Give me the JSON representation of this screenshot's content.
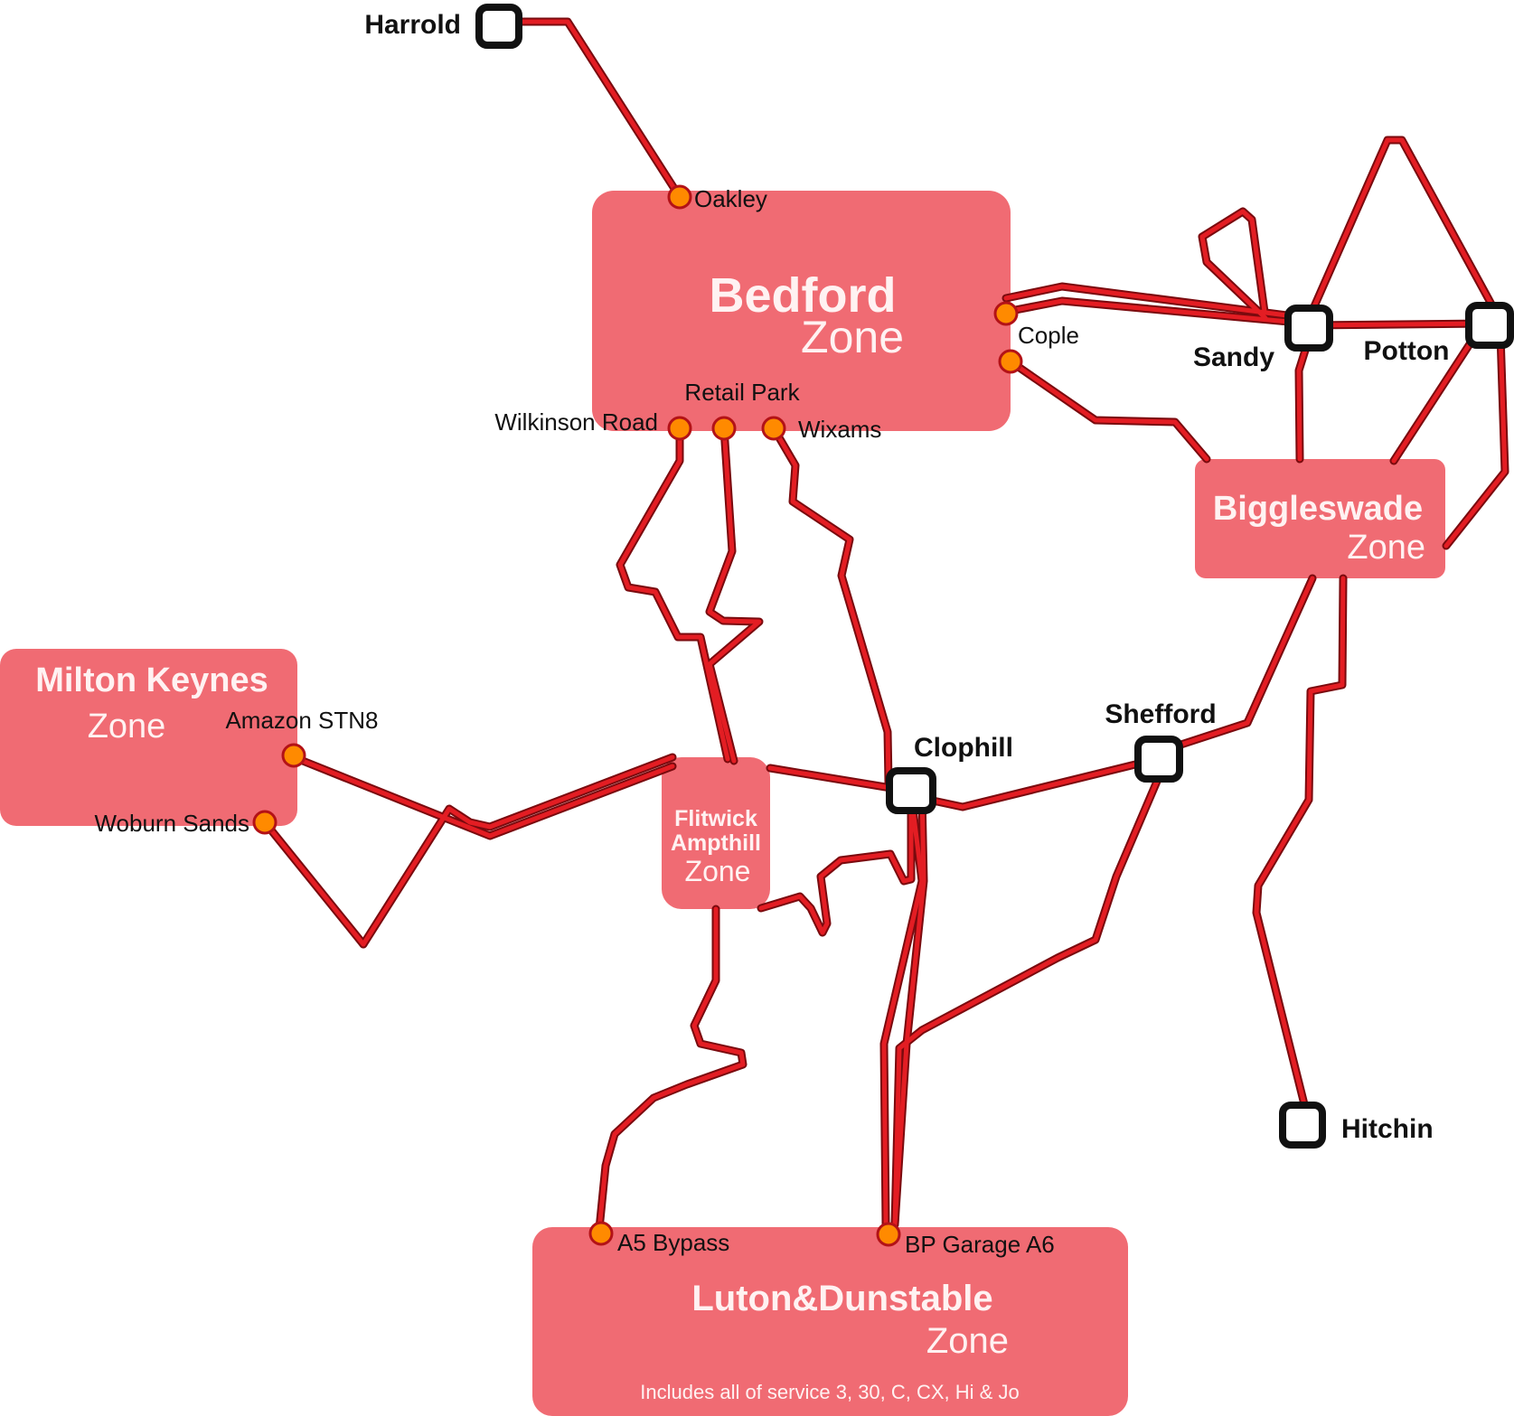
{
  "colors": {
    "route": "#e31d23",
    "route_outline": "#7a0a0e",
    "zone_fill": "#f06b73",
    "zone_text": "#fff2f2",
    "stop_fill": "#ff8a00",
    "stop_outline": "#b31217",
    "station_stroke": "#111111"
  },
  "zones": {
    "bedford": {
      "name": "Bedford",
      "sub": "Zone"
    },
    "biggleswade": {
      "name": "Biggleswade",
      "sub": "Zone"
    },
    "milton_keynes": {
      "name": "Milton Keynes",
      "sub": "Zone"
    },
    "flitwick": {
      "name_line1": "Flitwick",
      "name_line2": "Ampthill",
      "sub": "Zone"
    },
    "luton": {
      "name": "Luton&Dunstable",
      "sub": "Zone",
      "note": "Includes all of service 3, 30, C, CX, Hi & Jo"
    }
  },
  "stations": {
    "harrold": "Harrold",
    "sandy": "Sandy",
    "potton": "Potton",
    "clophill": "Clophill",
    "shefford": "Shefford",
    "hitchin": "Hitchin"
  },
  "stops": {
    "oakley": "Oakley",
    "cople": "Cople",
    "retail_park": "Retail Park",
    "wilkinson_road": "Wilkinson Road",
    "wixams": "Wixams",
    "amazon": "Amazon STN8",
    "woburn_sands": "Woburn Sands",
    "a5_bypass": "A5 Bypass",
    "bp_garage": "BP Garage A6"
  }
}
